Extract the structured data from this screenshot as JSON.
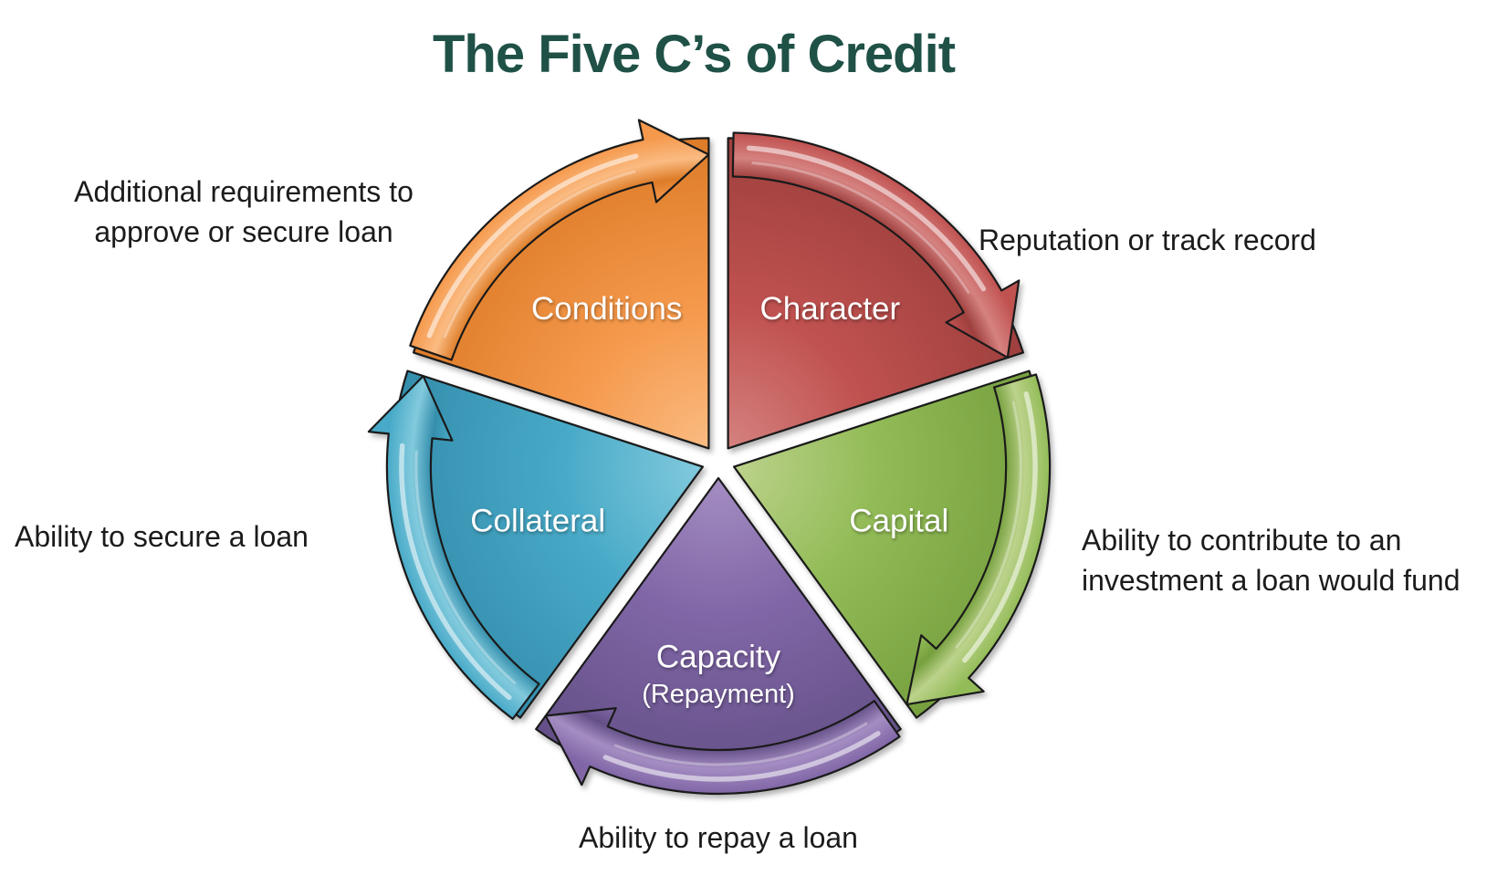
{
  "title": "The Five C’s of Credit",
  "title_color": "#1F5147",
  "text_color": "#1b1b1b",
  "outline_color": "#1a1a1a",
  "segments": [
    {
      "id": "character",
      "label": "Character",
      "annotation": "Reputation or track record",
      "color": "#C05250",
      "color_light": "#D58280",
      "color_dark": "#9E403E"
    },
    {
      "id": "capital",
      "label": "Capital",
      "annotation": "Ability to contribute to an investment a loan would fund",
      "color": "#93BC58",
      "color_light": "#BCD28B",
      "color_dark": "#76A03E"
    },
    {
      "id": "capacity",
      "label": "Capacity",
      "sublabel": "(Repayment)",
      "annotation": "Ability to repay a loan",
      "color": "#8066A6",
      "color_light": "#A48DC2",
      "color_dark": "#645087"
    },
    {
      "id": "collateral",
      "label": "Collateral",
      "annotation": "Ability to secure a loan",
      "color": "#48AAC8",
      "color_light": "#82CADD",
      "color_dark": "#348EAC"
    },
    {
      "id": "conditions",
      "label": "Conditions",
      "annotation": "Additional requirements to approve or secure loan",
      "color": "#F5994C",
      "color_light": "#FABB82",
      "color_dark": "#DD7C28"
    }
  ]
}
